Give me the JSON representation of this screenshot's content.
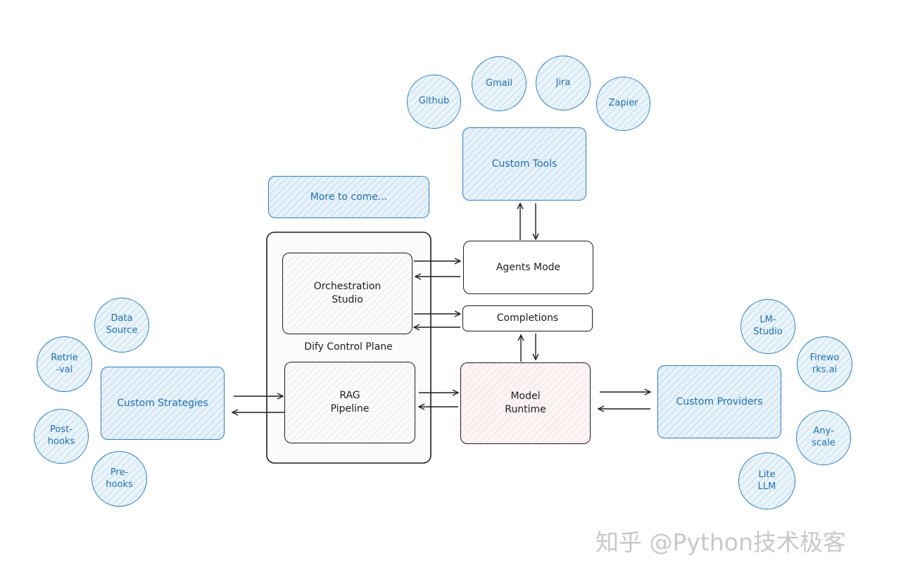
{
  "nodes": {
    "github": "Github",
    "gmail": "Gmail",
    "jira": "Jira",
    "zapier": "Zapier",
    "custom_tools": "Custom Tools",
    "more_to_come": "More to come...",
    "agents_mode": "Agents Mode",
    "completions": "Completions",
    "orchestration_studio": "Orchestration\nStudio",
    "control_plane": "Dify Control Plane",
    "rag_pipeline": "RAG\nPipeline",
    "model_runtime": "Model\nRuntime",
    "custom_strategies": "Custom Strategies",
    "data_source": "Data\nSource",
    "retrieval": "Retrie\n-val",
    "post_hooks": "Post-\nhooks",
    "pre_hooks": "Pre-\nhooks",
    "custom_providers": "Custom Providers",
    "lm_studio": "LM-\nStudio",
    "fireworks": "Firewo\nrks.ai",
    "anyscale": "Any-\nscale",
    "litellm": "Lite\nLLM"
  },
  "watermark": "知乎 @Python技术极客",
  "colors": {
    "blue_stroke": "#2f7ec0",
    "blue_text": "#1f6fb2",
    "black_stroke": "#1d1d1d",
    "runtime_fill": "#fdf5f5"
  }
}
